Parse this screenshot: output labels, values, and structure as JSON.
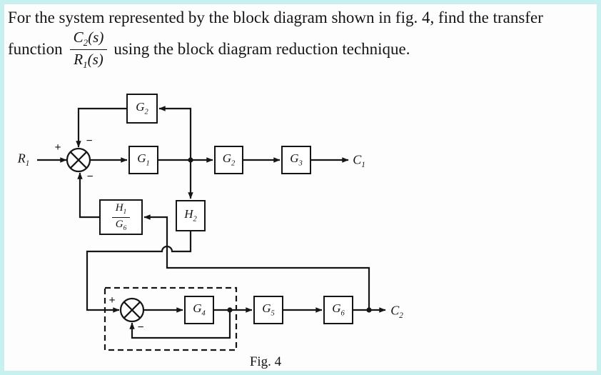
{
  "colors": {
    "frame": "#c8f0ee",
    "paper": "#fdfdfd",
    "ink": "#151515"
  },
  "problem": {
    "line1": "For the system represented by the block diagram shown in fig. 4, find the transfer",
    "word_before_fraction": "function",
    "fraction": {
      "num_sym": "C",
      "num_sub": "2",
      "num_arg": "(s)",
      "den_sym": "R",
      "den_sub": "1",
      "den_arg": "(s)"
    },
    "text_after_fraction": "using the block diagram reduction technique."
  },
  "diagram": {
    "caption": "Fig. 4",
    "input": {
      "sym": "R",
      "sub": "1"
    },
    "output1": {
      "sym": "C",
      "sub": "1"
    },
    "output2": {
      "sym": "C",
      "sub": "2"
    },
    "blocks": {
      "g2_feedback": {
        "sym": "G",
        "sub": "2"
      },
      "g1": {
        "sym": "G",
        "sub": "1"
      },
      "g2_forward": {
        "sym": "G",
        "sub": "2"
      },
      "g3": {
        "sym": "G",
        "sub": "3"
      },
      "h1_over_g6": {
        "num_sym": "H",
        "num_sub": "1",
        "den_sym": "G",
        "den_sub": "6"
      },
      "h2": {
        "sym": "H",
        "sub": "2"
      },
      "g4": {
        "sym": "G",
        "sub": "4"
      },
      "g5": {
        "sym": "G",
        "sub": "5"
      },
      "g6": {
        "sym": "G",
        "sub": "6"
      }
    },
    "sums": {
      "sum1": {
        "plus": "+",
        "minus_top": "−",
        "minus_bottom": "−"
      },
      "sum2": {
        "plus": "+",
        "minus": "−"
      }
    }
  }
}
